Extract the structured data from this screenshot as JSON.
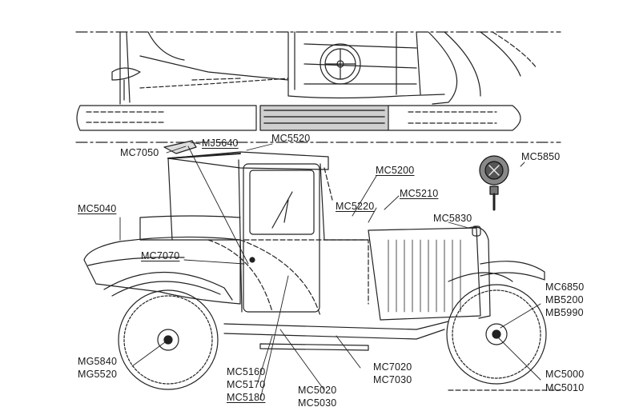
{
  "labels": {
    "mc7050": "MC7050",
    "mj5640": "MJ5640",
    "mc5520": "MC5520",
    "mc5850": "MC5850",
    "mc5200": "MC5200",
    "mc5210": "MC5210",
    "mc5220": "MC5220",
    "mc5040": "MC5040",
    "mc5830": "MC5830",
    "mc7070": "MC7070",
    "mc6850": "MC6850",
    "mb5200": "MB5200",
    "mb5990": "MB5990",
    "mg5840": "MG5840",
    "mg5520": "MG5520",
    "mc5160": "MC5160",
    "mc5170": "MC5170",
    "mc5180": "MC5180",
    "mc7020": "MC7020",
    "mc7030": "MC7030",
    "mc5020": "MC5020",
    "mc5030": "MC5030",
    "mc5000": "MC5000",
    "mc5010": "MC5010"
  }
}
